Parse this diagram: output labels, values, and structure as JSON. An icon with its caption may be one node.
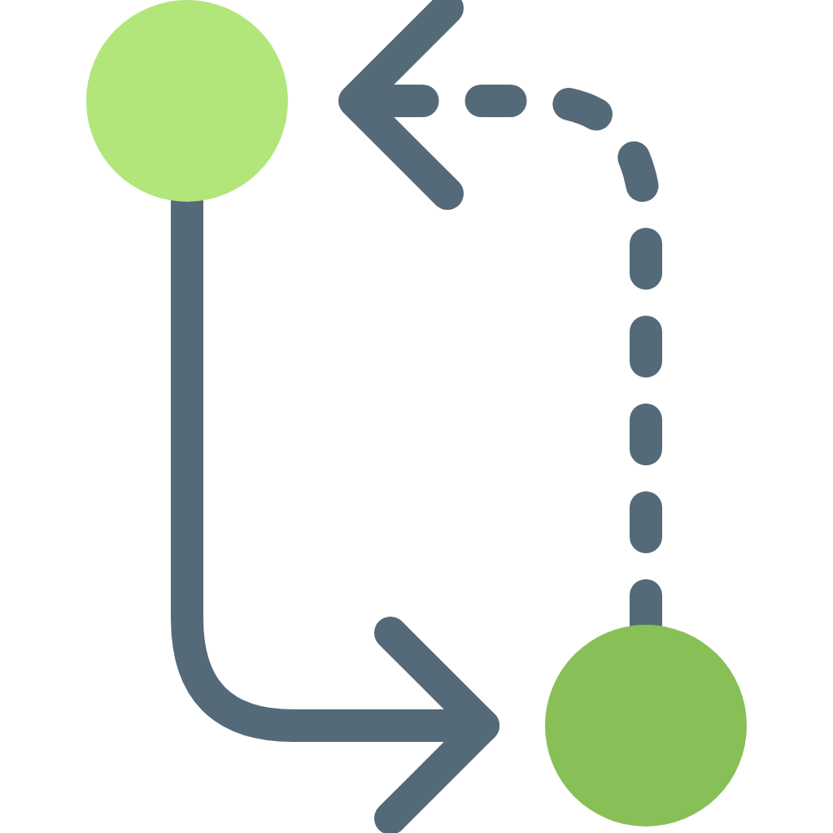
{
  "diagram": {
    "nodes": [
      {
        "text": [],
        "shape": "circle"
      },
      {
        "text": [],
        "shape": "circle"
      }
    ],
    "edges": [
      {
        "from": 0,
        "to": 1,
        "arrow": "to"
      },
      {
        "from": 1,
        "to": 0,
        "arrow": "to",
        "style": "dashed"
      }
    ]
  }
}
